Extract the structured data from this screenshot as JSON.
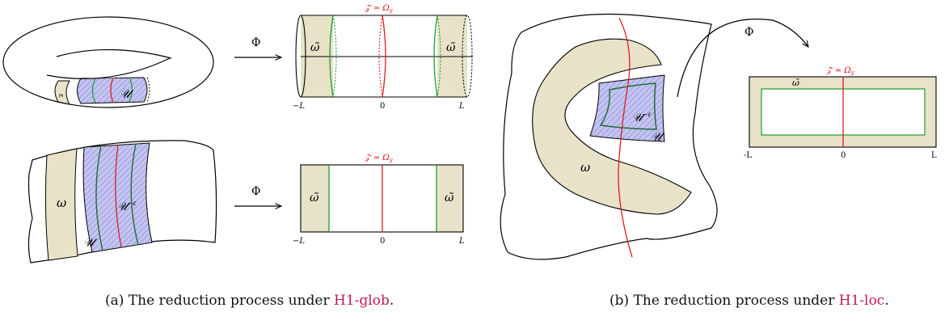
{
  "colors": {
    "omega_fill": "#e8e2c9",
    "u_fill": "#c4c4f2",
    "zone_red": "#dd1c1c",
    "green": "#1a9e2a",
    "dark_green": "#1f6b35",
    "ref_link": "#c0195a"
  },
  "panel_a": {
    "map_top": "Φ",
    "map_bottom": "Φ",
    "torus_epsilon": "ε",
    "torus_u": "𝒰",
    "cyl_z": "𝒵 ≃ Ω",
    "cyl_z_sub": "y",
    "cyl_omega_left": "ω̃",
    "cyl_omega_right": "ω̃",
    "cyl_tick_left": "−L",
    "cyl_tick_mid": "0",
    "cyl_tick_right": "L",
    "surf_omega": "ω",
    "surf_u_eps": "𝒰",
    "surf_u_eps_sup": "−ε",
    "surf_u": "𝒰",
    "rect_z": "𝒵 ≃ Ω",
    "rect_z_sub": "y",
    "rect_omega_left": "ω̃",
    "rect_omega_right": "ω̃",
    "rect_tick_left": "−L",
    "rect_tick_mid": "0",
    "rect_tick_right": "L",
    "caption_prefix": "(a) The reduction process under ",
    "caption_ref": "H1-glob",
    "caption_suffix": "."
  },
  "panel_b": {
    "map": "Φ",
    "u_eps": "𝒰",
    "u_eps_sup": "−ε",
    "u": "𝒰",
    "omega": "ω",
    "rect_z": "𝒵 ≃ Ω",
    "rect_z_sub": "y",
    "rect_omega": "ω̃",
    "tick_left": "-L",
    "tick_mid": "0",
    "tick_right": "L",
    "caption_prefix": "(b) The reduction process under ",
    "caption_ref": "H1-loc",
    "caption_suffix": "."
  }
}
